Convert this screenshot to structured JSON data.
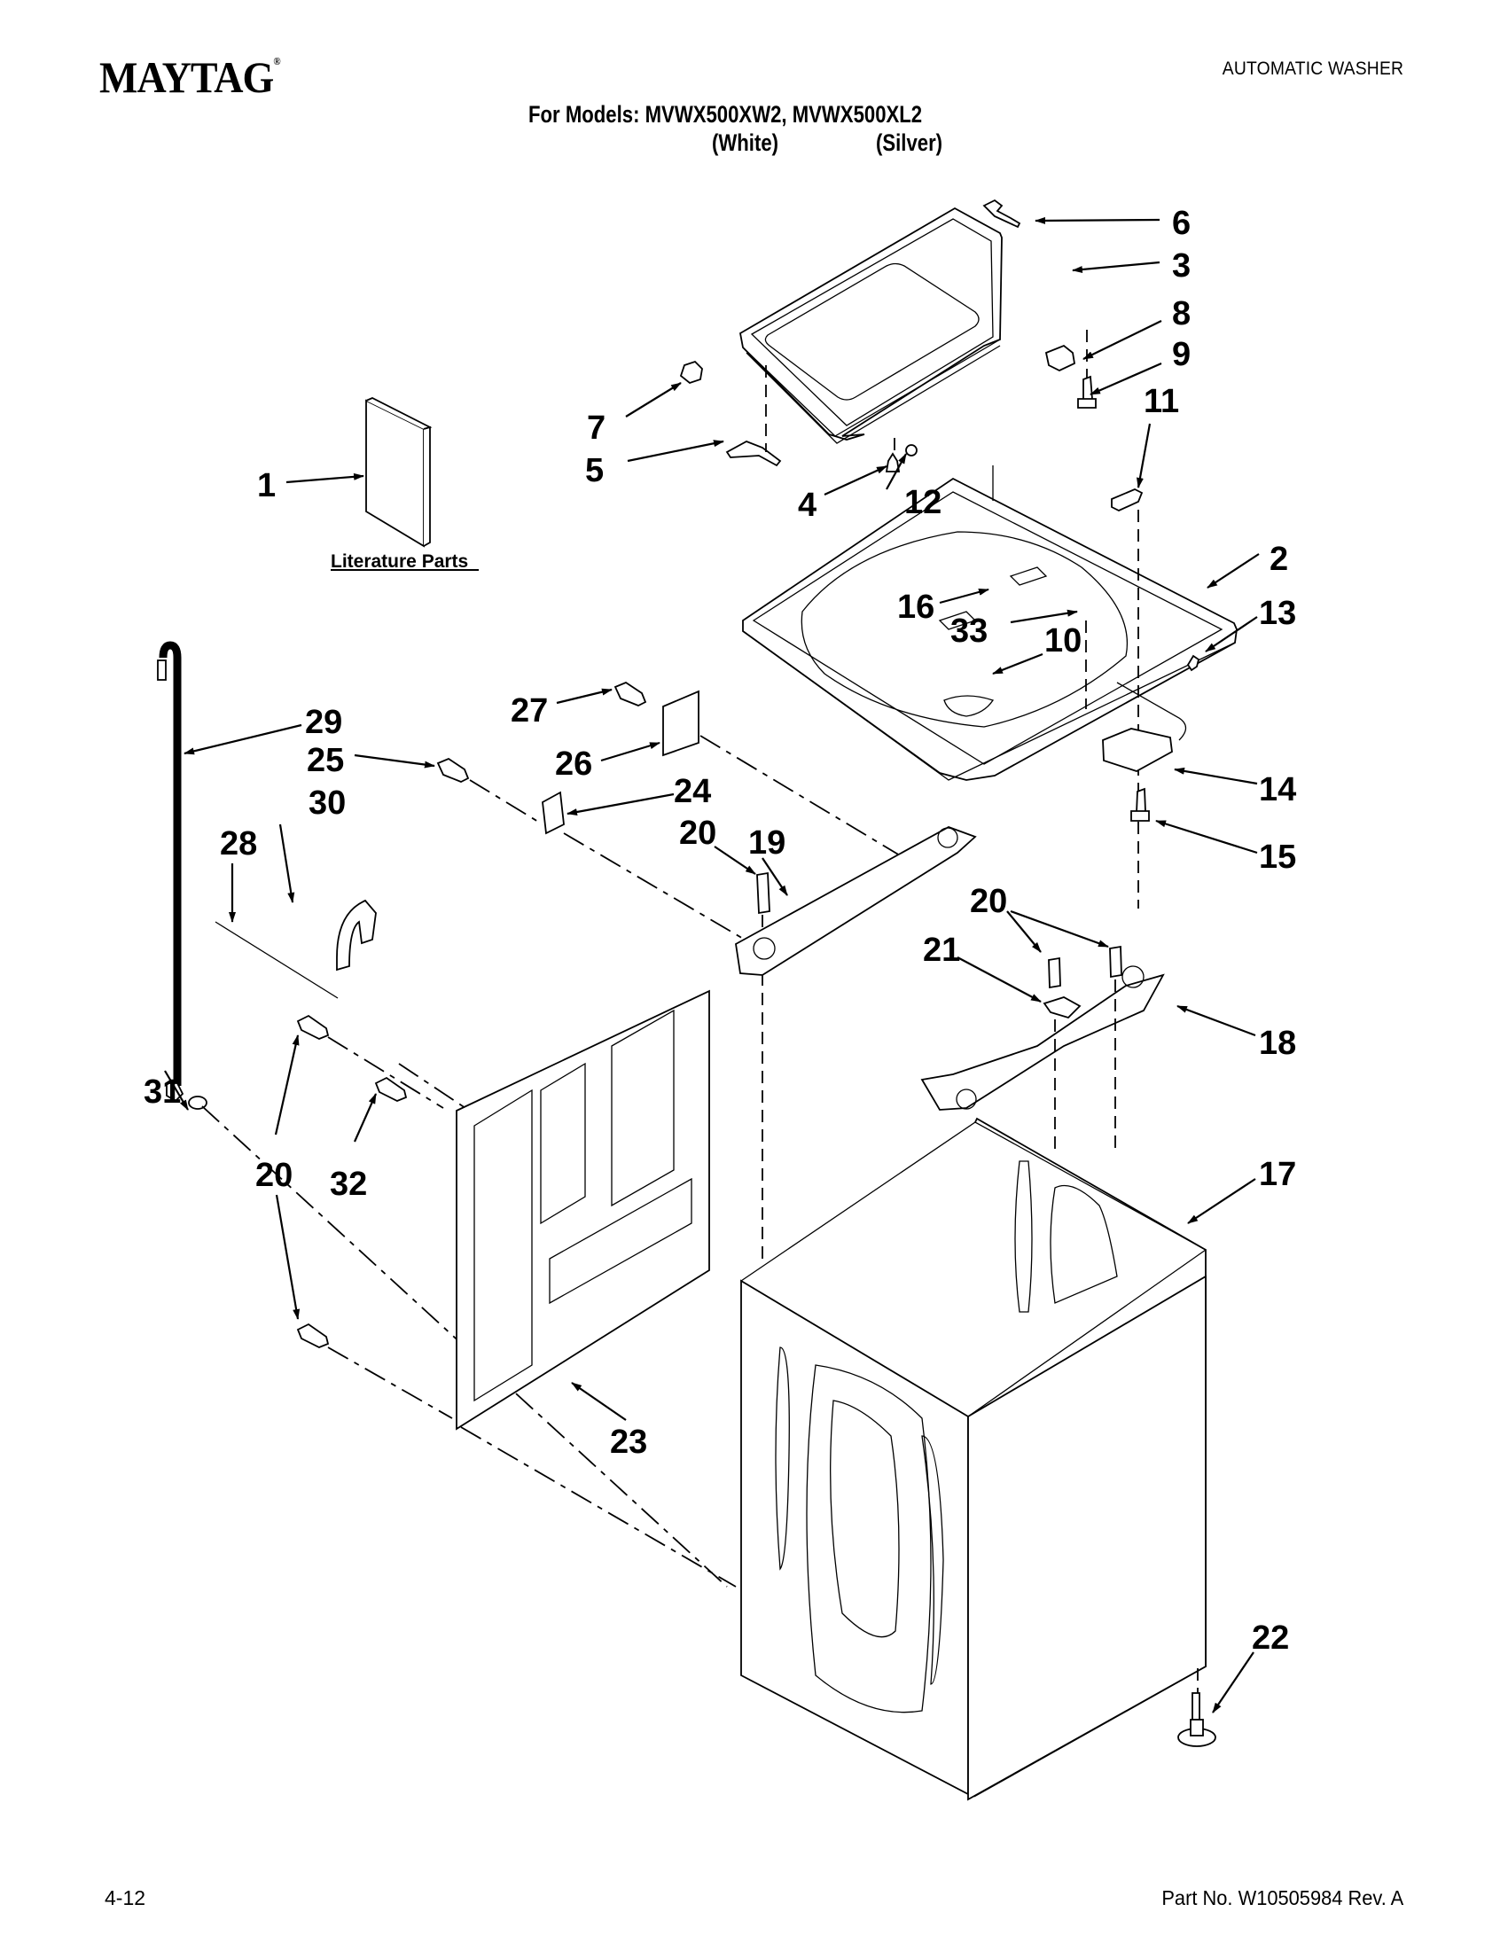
{
  "header": {
    "brand": "MAYTAG",
    "brand_mark": "®",
    "document_type": "AUTOMATIC WASHER",
    "models_line": "For Models: MVWX500XW2, MVWX500XL2",
    "model_colors": [
      "(White)",
      "(Silver)"
    ]
  },
  "diagram": {
    "title": "Top and Cabinet Parts",
    "literature_label": "Literature Parts",
    "callouts": [
      {
        "id": "c6",
        "label": "6"
      },
      {
        "id": "c3",
        "label": "3"
      },
      {
        "id": "c8",
        "label": "8"
      },
      {
        "id": "c9",
        "label": "9"
      },
      {
        "id": "c11",
        "label": "11"
      },
      {
        "id": "c7",
        "label": "7"
      },
      {
        "id": "c5",
        "label": "5"
      },
      {
        "id": "c4",
        "label": "4"
      },
      {
        "id": "c12",
        "label": "12"
      },
      {
        "id": "c1",
        "label": "1"
      },
      {
        "id": "c2",
        "label": "2"
      },
      {
        "id": "c13",
        "label": "13"
      },
      {
        "id": "c16",
        "label": "16"
      },
      {
        "id": "c33",
        "label": "33"
      },
      {
        "id": "c10",
        "label": "10"
      },
      {
        "id": "c29",
        "label": "29"
      },
      {
        "id": "c27",
        "label": "27"
      },
      {
        "id": "c26",
        "label": "26"
      },
      {
        "id": "c25",
        "label": "25"
      },
      {
        "id": "c24",
        "label": "24"
      },
      {
        "id": "c30",
        "label": "30"
      },
      {
        "id": "c20a",
        "label": "20"
      },
      {
        "id": "c19",
        "label": "19"
      },
      {
        "id": "c28",
        "label": "28"
      },
      {
        "id": "c14",
        "label": "14"
      },
      {
        "id": "c15",
        "label": "15"
      },
      {
        "id": "c20b",
        "label": "20"
      },
      {
        "id": "c21",
        "label": "21"
      },
      {
        "id": "c18",
        "label": "18"
      },
      {
        "id": "c31",
        "label": "31"
      },
      {
        "id": "c20c",
        "label": "20"
      },
      {
        "id": "c32",
        "label": "32"
      },
      {
        "id": "c17",
        "label": "17"
      },
      {
        "id": "c23",
        "label": "23"
      },
      {
        "id": "c22",
        "label": "22"
      }
    ]
  },
  "footer": {
    "page": "4-12",
    "part_number": "Part No. W10505984 Rev. A"
  }
}
